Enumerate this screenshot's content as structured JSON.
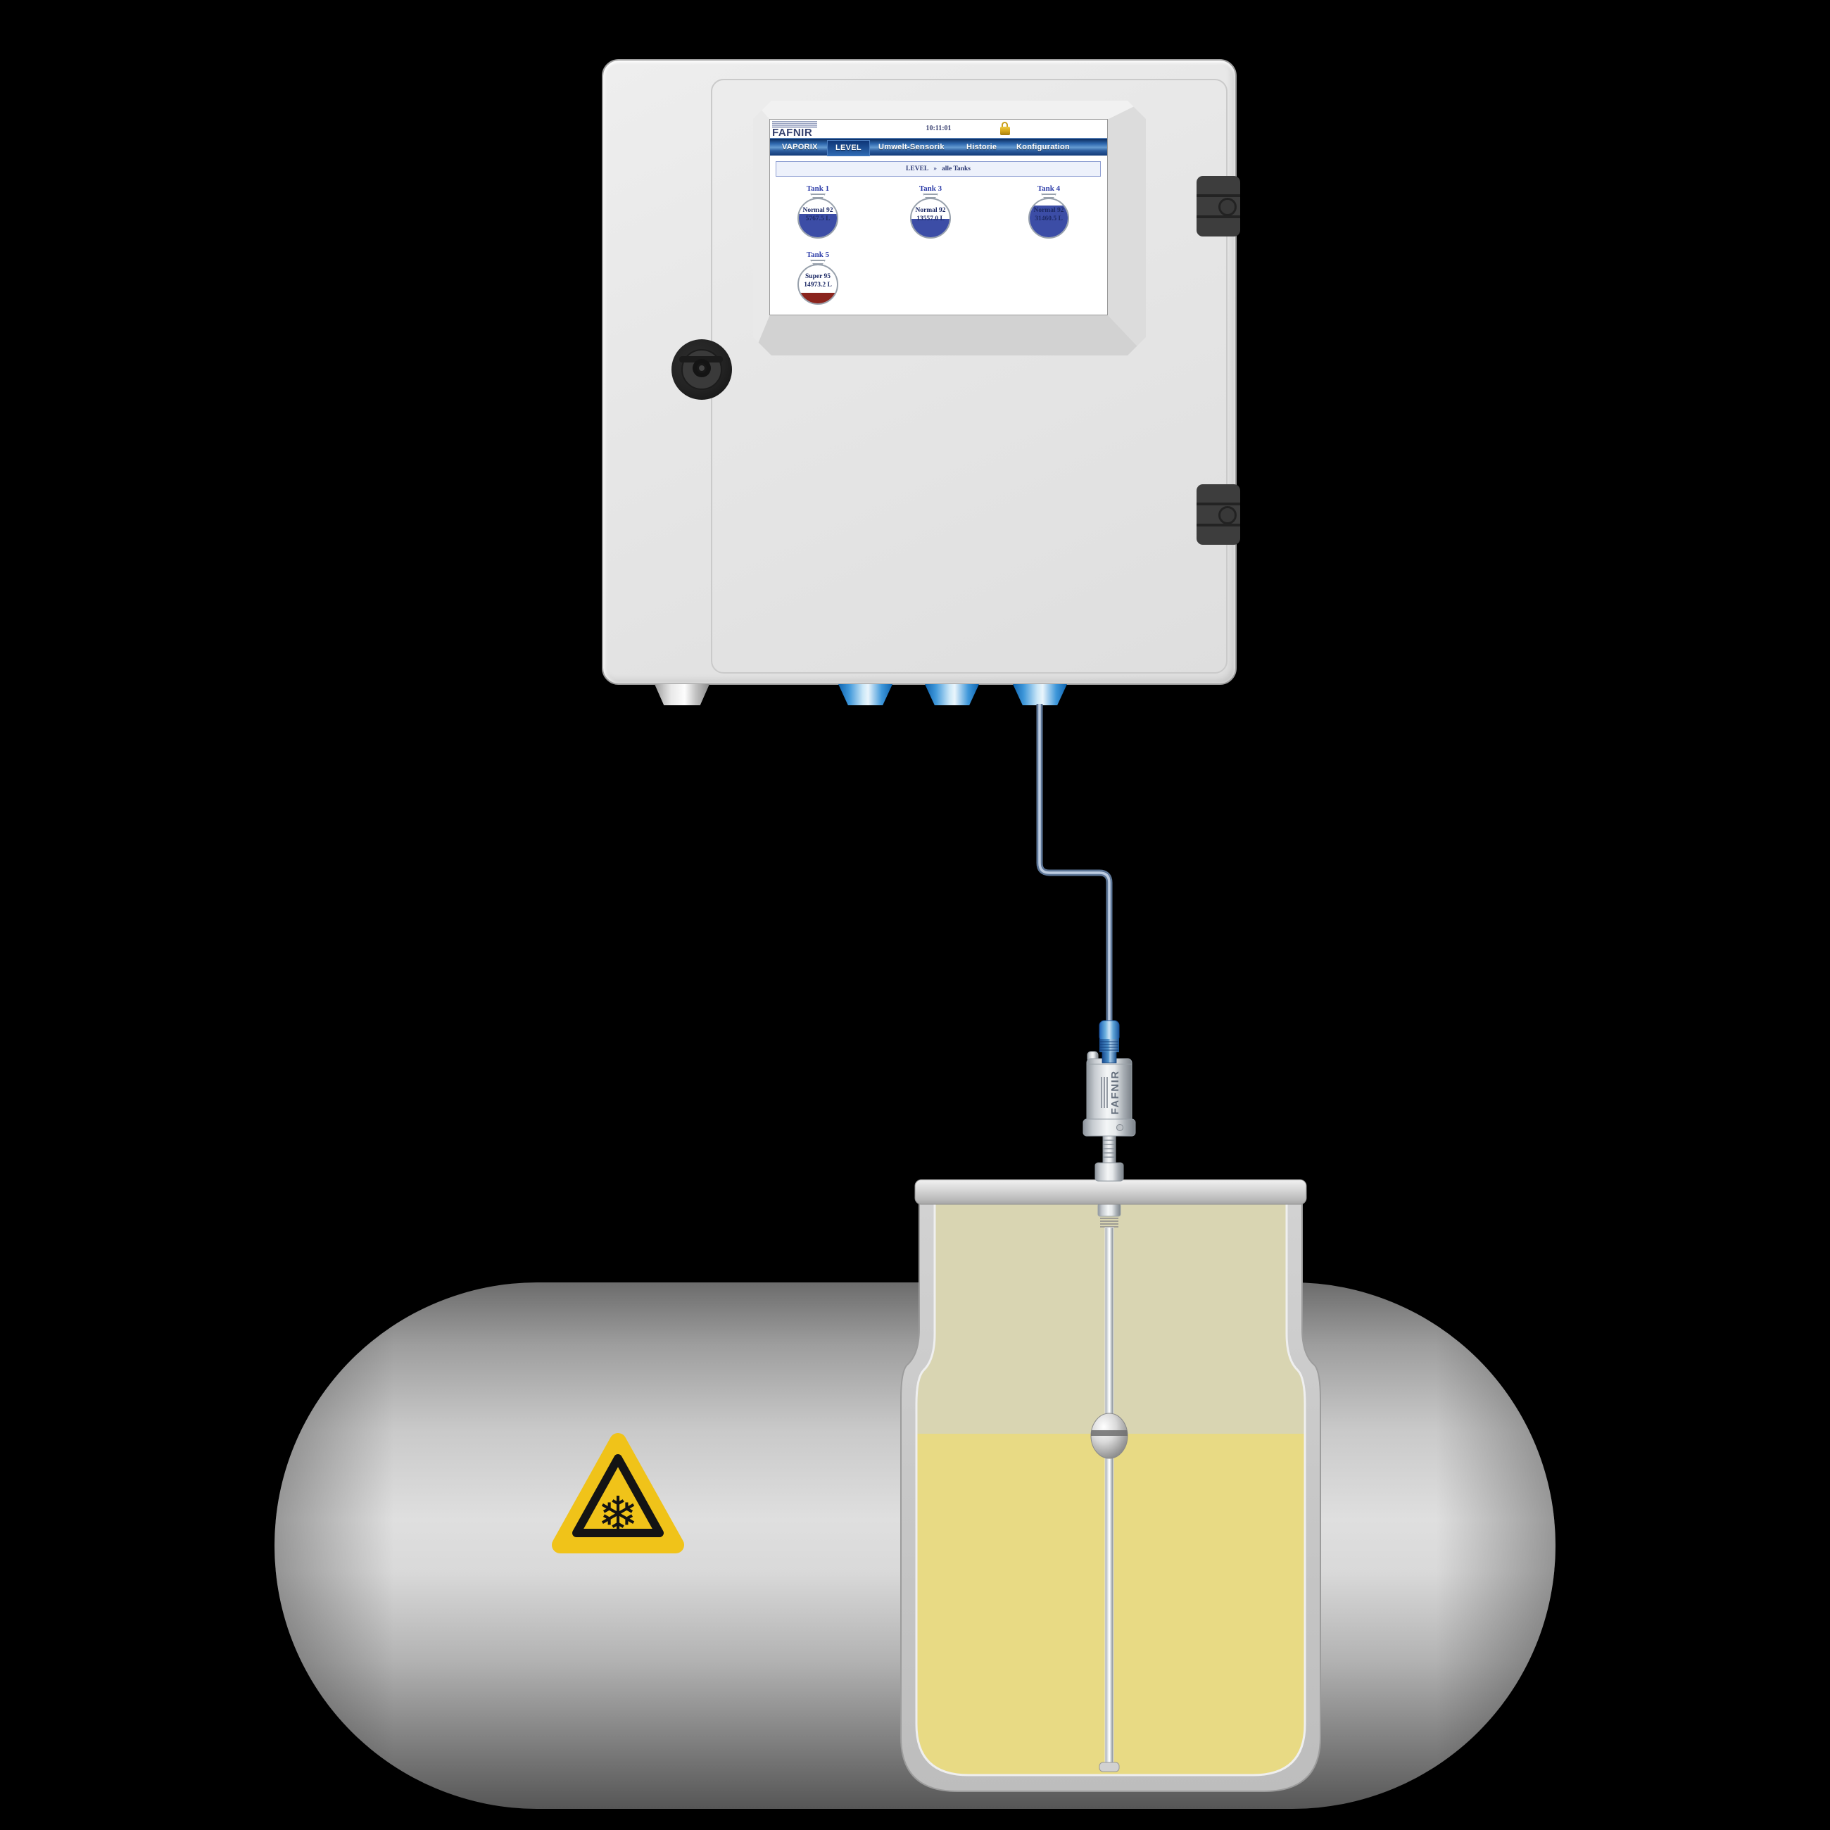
{
  "console": {
    "brand": "FAFNIR",
    "clock": "10:11:01",
    "nav": {
      "items": [
        {
          "label": "VAPORIX",
          "active": false
        },
        {
          "label": "LEVEL",
          "active": true
        },
        {
          "label": "Umwelt-Sensorik",
          "active": false
        },
        {
          "label": "Historie",
          "active": false
        },
        {
          "label": "Konfiguration",
          "active": false
        }
      ]
    },
    "breadcrumb": {
      "section": "LEVEL",
      "separator": "»",
      "location": "alle Tanks"
    },
    "tanks": [
      {
        "name": "Tank 1",
        "product": "Normal 92",
        "volume": "5767.5 L",
        "level_percent": 62,
        "fill_color": "#3c4da6"
      },
      {
        "name": "Tank 3",
        "product": "Normal 92",
        "volume": "13557.0 L",
        "level_percent": 48,
        "fill_color": "#3c4da6"
      },
      {
        "name": "Tank 4",
        "product": "Normal 92",
        "volume": "31460.5 L",
        "level_percent": 83,
        "fill_color": "#3c4da6"
      },
      {
        "name": "Tank 5",
        "product": "Super 95",
        "volume": "14973.2 L",
        "level_percent": 27,
        "fill_color": "#8a241d"
      }
    ]
  },
  "probe": {
    "brand": "FAFNIR"
  },
  "warning_sign": {
    "symbol": "snowflake",
    "glyph": "❄",
    "color": "#f0c319"
  },
  "colors": {
    "nav_blue": "#123a78",
    "tank_fill_blue": "#3c4da6",
    "tank_fill_red": "#8a241d",
    "fuel_yellow": "#e8da84",
    "vapor_beige": "#d9d5b2",
    "cable_blue": "#5d7697"
  }
}
